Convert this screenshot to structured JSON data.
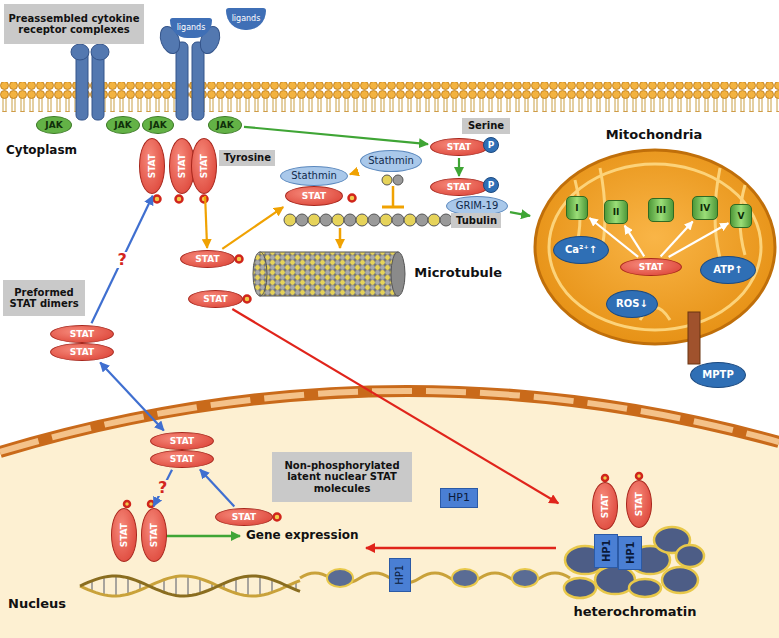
{
  "diagram": {
    "nodes": [
      {
        "text": [
          "Preassembled cytokine receptor complexes"
        ]
      },
      {
        "text": [
          "ligands"
        ]
      },
      {
        "text": [
          "ligands"
        ]
      },
      {
        "text": [
          "JAK"
        ]
      },
      {
        "text": [
          "JAK"
        ]
      },
      {
        "text": [
          "JAK"
        ]
      },
      {
        "text": [
          "JAK"
        ]
      },
      {
        "text": [
          "STAT",
          "STAT"
        ]
      },
      {
        "text": [
          "STAT"
        ]
      },
      {
        "text": [
          "Tyrosine"
        ]
      },
      {
        "text": [
          "Serine"
        ]
      },
      {
        "text": [
          "STAT"
        ]
      },
      {
        "text": [
          "P"
        ],
        "in": 11
      },
      {
        "text": [
          "Stathmin",
          "STAT"
        ]
      },
      {
        "text": [
          "Stathmin"
        ]
      },
      {
        "text": [
          "STAT"
        ]
      },
      {
        "text": [
          "P"
        ],
        "in": 15
      },
      {
        "text": [
          "GRIM-19"
        ]
      },
      {
        "text": [
          "Mitochondria"
        ]
      },
      {
        "text": [
          "I"
        ],
        "in": 18
      },
      {
        "text": [
          "II"
        ],
        "in": 18
      },
      {
        "text": [
          "III"
        ],
        "in": 18
      },
      {
        "text": [
          "IV"
        ],
        "in": 18
      },
      {
        "text": [
          "V"
        ],
        "in": 18
      },
      {
        "text": [
          "Ca²⁺↑"
        ],
        "in": 18
      },
      {
        "text": [
          "STAT"
        ],
        "in": 18
      },
      {
        "text": [
          "ROS↓"
        ],
        "in": 18
      },
      {
        "text": [
          "ATP↑"
        ],
        "in": 18
      },
      {
        "text": [
          "MPTP"
        ]
      },
      {
        "text": [
          "Tubulin"
        ]
      },
      {
        "text": [
          "STAT"
        ]
      },
      {
        "text": [
          "Microtubule"
        ]
      },
      {
        "text": [
          "Preformed STAT dimers"
        ]
      },
      {
        "text": [
          "STAT"
        ]
      },
      {
        "text": [
          "STAT",
          "STAT"
        ]
      },
      {
        "text": [
          "HP1"
        ]
      },
      {
        "text": [
          "STAT",
          "STAT"
        ]
      },
      {
        "text": [
          "Non-phosphorylated latent nuclear STAT molecules"
        ]
      },
      {
        "text": [
          "STAT"
        ]
      },
      {
        "text": [
          "STAT",
          "STAT"
        ]
      },
      {
        "text": [
          "HP1"
        ]
      },
      {
        "text": [
          "heterochromatin"
        ]
      },
      {
        "text": [
          "STAT"
        ],
        "in": 41
      },
      {
        "text": [
          "STAT"
        ],
        "in": 41
      },
      {
        "text": [
          "HP1"
        ],
        "in": 41
      },
      {
        "text": [
          "HP1"
        ],
        "in": 41
      }
    ],
    "edges": [
      {
        "from": 6,
        "to": 11,
        "arrow": "to"
      },
      {
        "from": 11,
        "to": 15,
        "arrow": "to"
      },
      {
        "from": 17,
        "to": 18,
        "arrow": "to"
      },
      {
        "from": 8,
        "to": 30,
        "arrow": "to"
      },
      {
        "from": 30,
        "to": 13,
        "arrow": "to"
      },
      {
        "from": 14,
        "to": 13,
        "arrow": "to"
      },
      {
        "from": 33,
        "to": 41,
        "arrow": "to"
      },
      {
        "from": 34,
        "to": 7,
        "label": "?",
        "arrow": "to"
      },
      {
        "from": 34,
        "to": 36,
        "arrow": "both"
      },
      {
        "from": 38,
        "to": 36,
        "arrow": "to"
      },
      {
        "from": 36,
        "to": 39,
        "label": "?",
        "arrow": "to"
      },
      {
        "from": 25,
        "to": 19,
        "arrow": "to"
      },
      {
        "from": 25,
        "to": 20,
        "arrow": "to"
      },
      {
        "from": 25,
        "to": 22,
        "arrow": "to"
      },
      {
        "from": 25,
        "to": 23,
        "arrow": "to"
      }
    ],
    "labels": [
      "Cytoplasm",
      "Nucleus",
      "Gene expression"
    ]
  }
}
